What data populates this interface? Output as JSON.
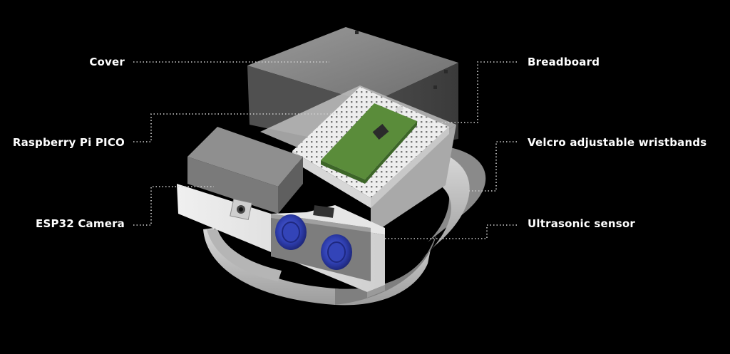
{
  "labels": {
    "cover": "Cover",
    "raspberry_pi_pico": "Raspberry Pi PICO",
    "esp32_camera": "ESP32 Camera",
    "breadboard": "Breadboard",
    "velcro_wristbands": "Velcro adjustable wristbands",
    "ultrasonic_sensor": "Ultrasonic sensor"
  },
  "colors": {
    "background": "#000000",
    "label_text": "#ffffff",
    "leader_line": "#cfcfcf",
    "sensor_blue": "#2f3fb0"
  }
}
